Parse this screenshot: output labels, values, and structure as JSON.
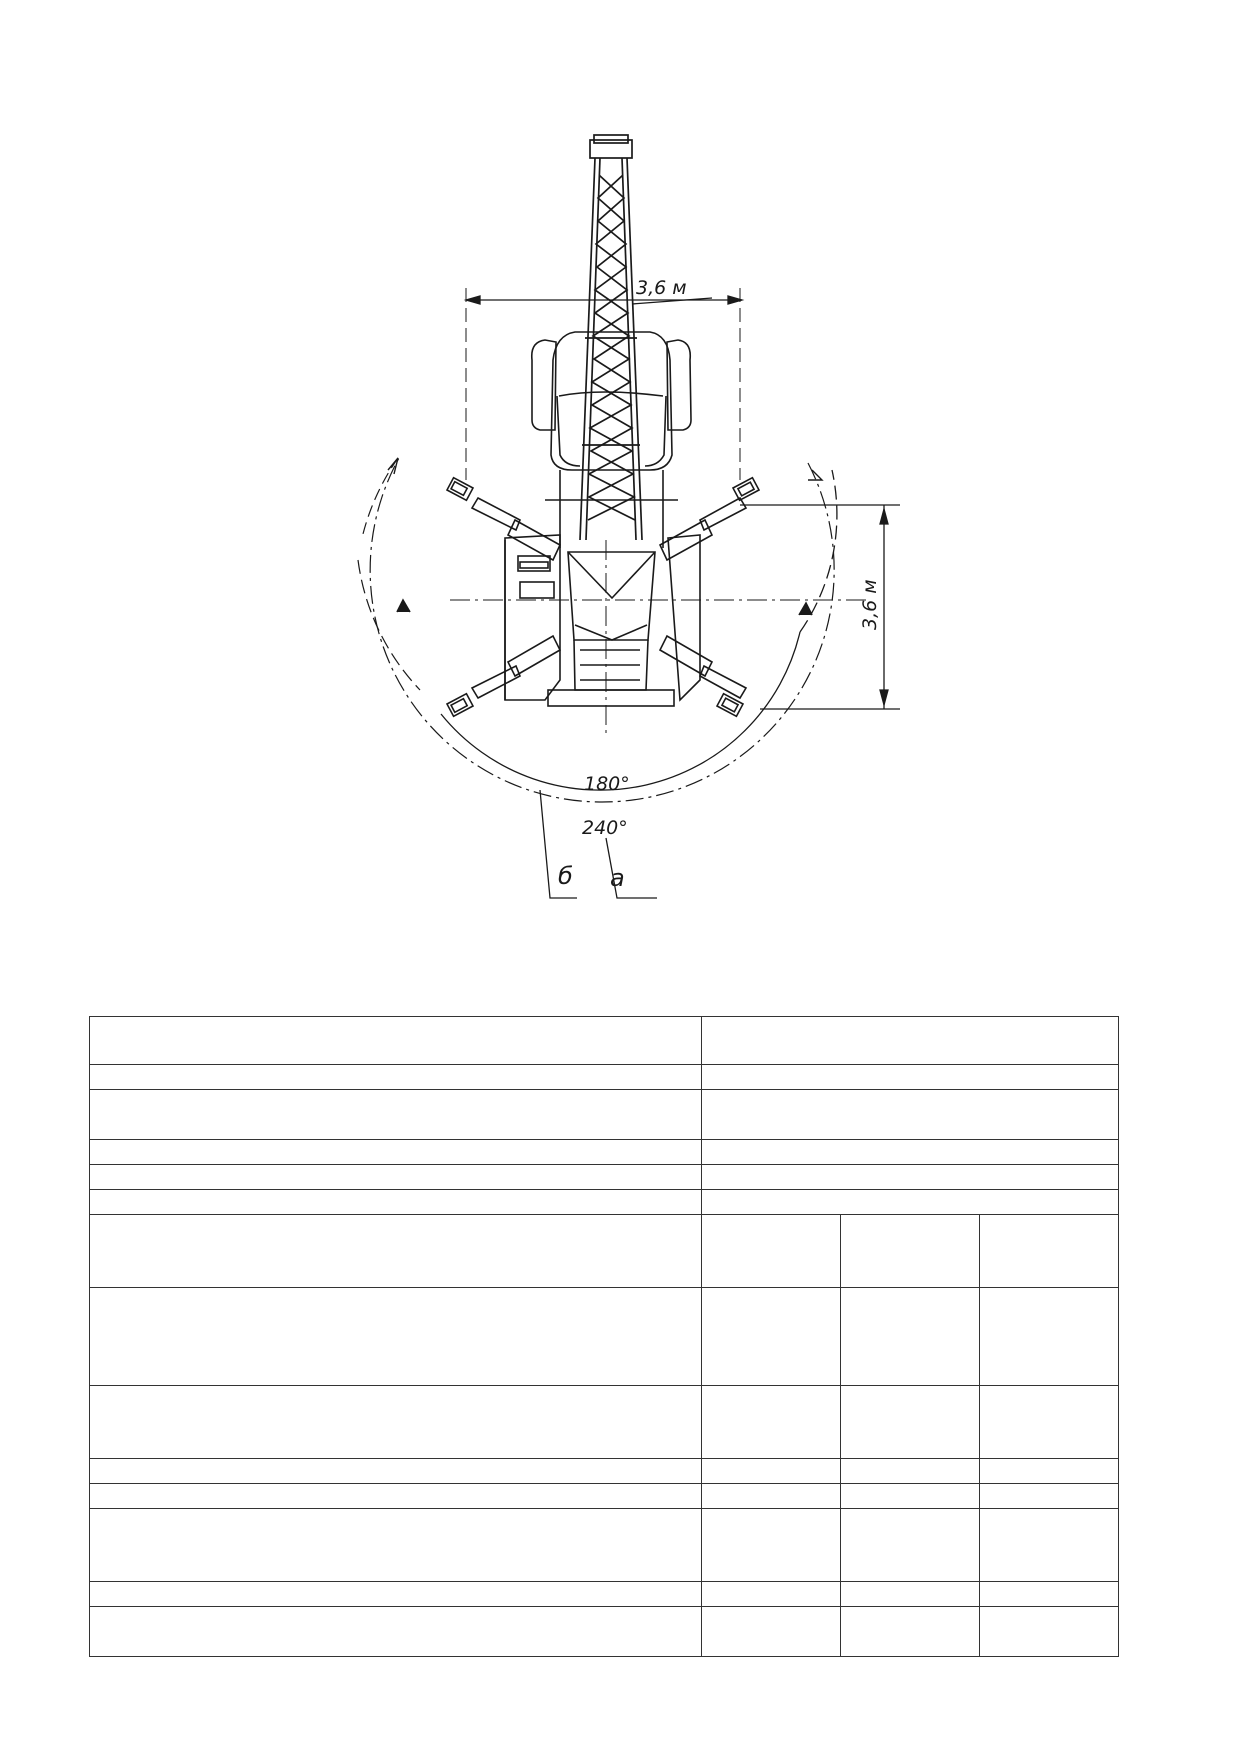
{
  "drawing": {
    "dimension_top": "3,6 м",
    "dimension_right": "3,6 м",
    "angle_inner": "180°",
    "angle_outer": "240°",
    "label_b": "б",
    "label_a": "а"
  },
  "table": {
    "rows": [
      {
        "cells": [
          {
            "text": "",
            "colspan": 1
          },
          {
            "text": "",
            "colspan": 3
          }
        ]
      },
      {
        "cells": [
          {
            "text": "",
            "colspan": 1
          },
          {
            "text": "",
            "colspan": 3
          }
        ]
      },
      {
        "cells": [
          {
            "text": "",
            "colspan": 1
          },
          {
            "text": "",
            "colspan": 3
          }
        ]
      },
      {
        "cells": [
          {
            "text": "",
            "colspan": 1
          },
          {
            "text": "",
            "colspan": 3
          }
        ]
      },
      {
        "cells": [
          {
            "text": "",
            "colspan": 1
          },
          {
            "text": "",
            "colspan": 3
          }
        ]
      },
      {
        "cells": [
          {
            "text": "",
            "colspan": 1
          },
          {
            "text": "",
            "colspan": 3
          }
        ]
      },
      {
        "cells": [
          {
            "text": "",
            "colspan": 1
          },
          {
            "text": "",
            "colspan": 1
          },
          {
            "text": "",
            "colspan": 1
          },
          {
            "text": "",
            "colspan": 1
          }
        ]
      },
      {
        "cells": [
          {
            "text": "",
            "colspan": 1
          },
          {
            "text": "",
            "colspan": 1
          },
          {
            "text": "",
            "colspan": 1
          },
          {
            "text": "",
            "colspan": 1
          }
        ]
      },
      {
        "cells": [
          {
            "text": "",
            "colspan": 1
          },
          {
            "text": "",
            "colspan": 1
          },
          {
            "text": "",
            "colspan": 1
          },
          {
            "text": "",
            "colspan": 1
          }
        ]
      },
      {
        "cells": [
          {
            "text": "",
            "colspan": 1
          },
          {
            "text": "",
            "colspan": 1
          },
          {
            "text": "",
            "colspan": 1
          },
          {
            "text": "",
            "colspan": 1
          }
        ]
      },
      {
        "cells": [
          {
            "text": "",
            "colspan": 1
          },
          {
            "text": "",
            "colspan": 1
          },
          {
            "text": "",
            "colspan": 1
          },
          {
            "text": "",
            "colspan": 1
          }
        ]
      },
      {
        "cells": [
          {
            "text": "",
            "colspan": 1
          },
          {
            "text": "",
            "colspan": 1
          },
          {
            "text": "",
            "colspan": 1
          },
          {
            "text": "",
            "colspan": 1
          }
        ]
      },
      {
        "cells": [
          {
            "text": "",
            "colspan": 1
          },
          {
            "text": "",
            "colspan": 1
          },
          {
            "text": "",
            "colspan": 1
          },
          {
            "text": "",
            "colspan": 1
          }
        ]
      },
      {
        "cells": [
          {
            "text": "",
            "colspan": 1
          },
          {
            "text": "",
            "colspan": 1
          },
          {
            "text": "",
            "colspan": 1
          },
          {
            "text": "",
            "colspan": 1
          }
        ]
      }
    ]
  }
}
